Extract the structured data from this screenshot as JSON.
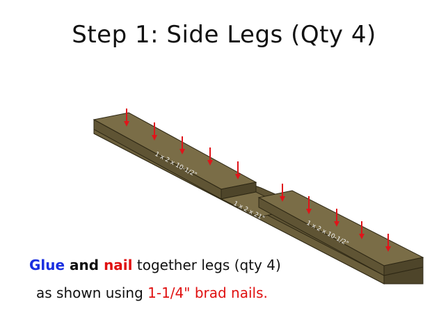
{
  "title": "Step 1: Side Legs (Qty 4)",
  "labels": {
    "piece_left": "1 x 2 x 10-1/2\"",
    "piece_middle": "1 x 2 x 21\"",
    "piece_right": "1 x 2 x 10-1/2\""
  },
  "caption": {
    "line1_glue": "Glue",
    "line1_and": " and ",
    "line1_nail": "nail",
    "line1_rest": " together legs (qty 4)",
    "line2_start": "as shown using ",
    "line2_size": "1-1/4\"",
    "line2_end": " brad nails."
  },
  "colors": {
    "wood_top": "#7a6d47",
    "wood_side": "#5f5434",
    "wood_end": "#4e452a",
    "arrow": "#e0141a",
    "glue_text": "#1a2fe0",
    "nail_text": "#e01010"
  },
  "icons": [
    "nail-arrow-icon"
  ]
}
